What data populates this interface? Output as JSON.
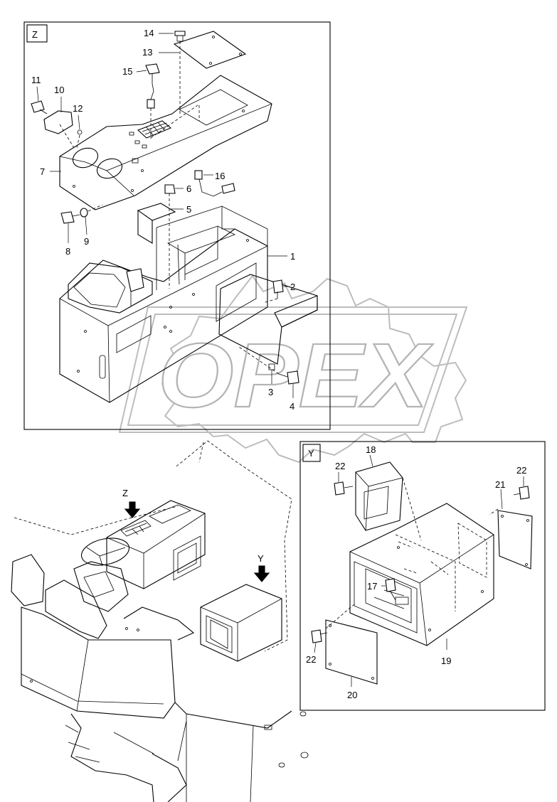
{
  "views": {
    "z": {
      "label": "Z"
    },
    "y": {
      "label": "Y"
    }
  },
  "callouts_z": [
    "1",
    "2",
    "3",
    "4",
    "5",
    "6",
    "7",
    "8",
    "9",
    "10",
    "11",
    "12",
    "13",
    "14",
    "15",
    "16"
  ],
  "callouts_y": [
    "17",
    "18",
    "19",
    "20",
    "21",
    "22",
    "22",
    "22"
  ],
  "overview": {
    "arrow_z": "Z",
    "arrow_y": "Y"
  },
  "watermark": {
    "text": "OPEX"
  }
}
